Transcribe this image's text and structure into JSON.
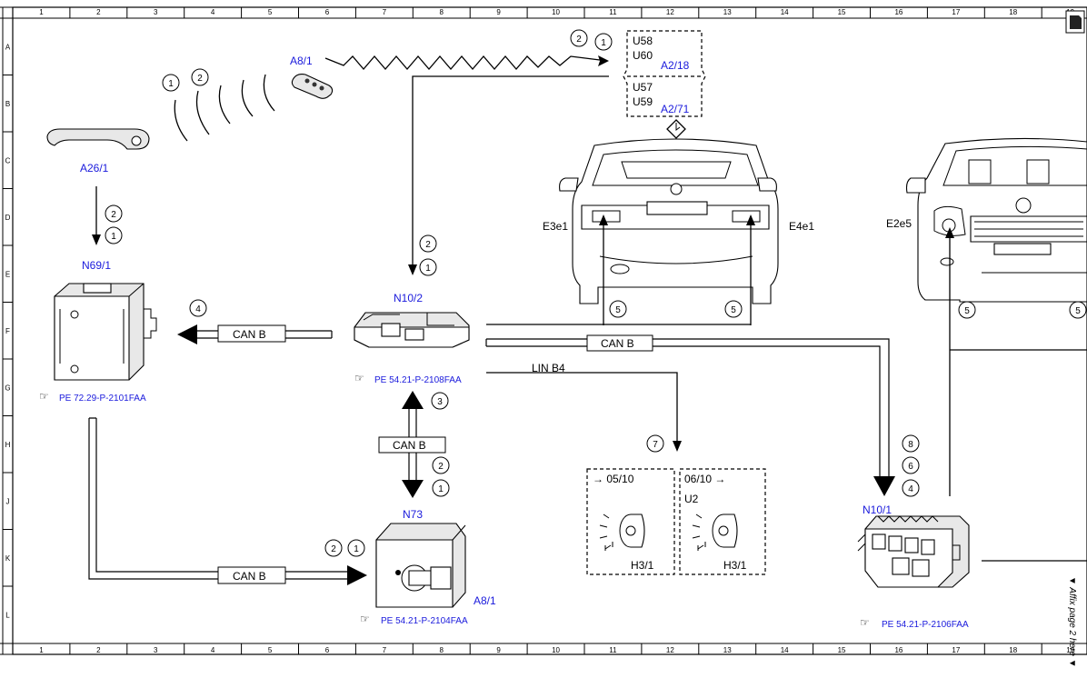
{
  "grid": {
    "columns": [
      "1",
      "2",
      "3",
      "4",
      "5",
      "6",
      "7",
      "8",
      "9",
      "10",
      "11",
      "12",
      "13",
      "14",
      "15",
      "16",
      "17",
      "18",
      "19"
    ],
    "rows": [
      "A",
      "B",
      "C",
      "D",
      "E",
      "F",
      "G",
      "H",
      "J",
      "K",
      "L"
    ]
  },
  "components": {
    "a8_1_key": "A8/1",
    "a26_1": "A26/1",
    "n69_1": "N69/1",
    "n10_2": "N10/2",
    "n73": "N73",
    "a8_1_lock": "A8/1",
    "n10_1": "N10/1",
    "a2_18": "A2/18",
    "a2_71": "A2/71",
    "e3e1": "E3e1",
    "e4e1": "E4e1",
    "e2e5": "E2e5",
    "h3_1_left": "H3/1",
    "h3_1_right": "H3/1"
  },
  "codes": {
    "u58": "U58",
    "u60": "U60",
    "u57": "U57",
    "u59": "U59",
    "u2": "U2",
    "from_0510": "→ 05/10",
    "to_0610": "06/10 →"
  },
  "buses": {
    "can_b_1": "CAN B",
    "can_b_2": "CAN B",
    "can_b_3": "CAN B",
    "can_b_4": "CAN B",
    "lin_b4": "LIN B4"
  },
  "references": {
    "ref_n69": "PE 72.29-P-2101FAA",
    "ref_n10_2": "PE 54.21-P-2108FAA",
    "ref_n73": "PE 54.21-P-2104FAA",
    "ref_n10_1": "PE 54.21-P-2106FAA"
  },
  "steps": {
    "s1": "1",
    "s2": "2",
    "s3": "2",
    "s4": "1",
    "s5": "2",
    "s6": "1",
    "s7": "4",
    "s8": "2",
    "s9": "1",
    "s10": "3",
    "s11": "2",
    "s12": "1",
    "s13": "2",
    "s14": "1",
    "s15": "5",
    "s16": "5",
    "s17": "5",
    "s18": "5",
    "s19": "7",
    "s20": "8",
    "s21": "6",
    "s22": "4"
  },
  "side_note": "▼ Affix page 2 here ▼"
}
